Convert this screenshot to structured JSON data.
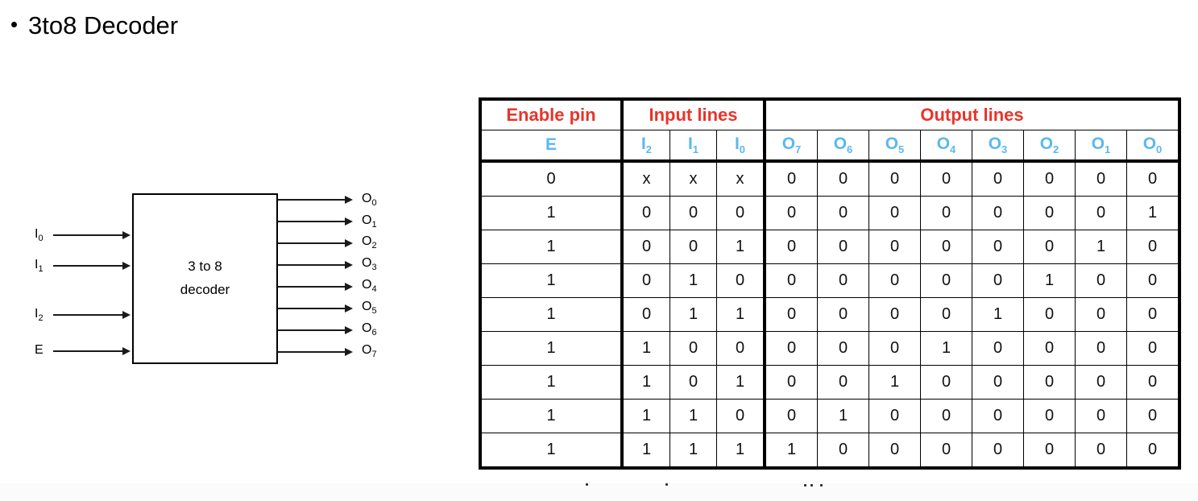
{
  "slide": {
    "bullet_glyph": "bullet-dot",
    "title": "3to8 Decoder"
  },
  "diagram": {
    "box_label_line1": "3 to 8",
    "box_label_line2": "decoder",
    "inputs": [
      {
        "label": "I",
        "sub": "0"
      },
      {
        "label": "I",
        "sub": "1"
      },
      {
        "label": "I",
        "sub": "2"
      },
      {
        "label": "E",
        "sub": ""
      }
    ],
    "outputs": [
      {
        "label": "O",
        "sub": "0"
      },
      {
        "label": "O",
        "sub": "1"
      },
      {
        "label": "O",
        "sub": "2"
      },
      {
        "label": "O",
        "sub": "3"
      },
      {
        "label": "O",
        "sub": "4"
      },
      {
        "label": "O",
        "sub": "5"
      },
      {
        "label": "O",
        "sub": "6"
      },
      {
        "label": "O",
        "sub": "7"
      }
    ]
  },
  "colors": {
    "group_header": "#e8342a",
    "signal_header": "#5bb8ee",
    "data_text": "#111111",
    "border": "#000000",
    "background": "#ffffff"
  },
  "table": {
    "group_headers": [
      {
        "text": "Enable pin",
        "span": 1
      },
      {
        "text": "Input lines",
        "span": 3
      },
      {
        "text": "Output lines",
        "span": 8
      }
    ],
    "signal_headers": [
      {
        "label": "E",
        "sub": ""
      },
      {
        "label": "I",
        "sub": "2"
      },
      {
        "label": "I",
        "sub": "1"
      },
      {
        "label": "I",
        "sub": "0"
      },
      {
        "label": "O",
        "sub": "7"
      },
      {
        "label": "O",
        "sub": "6"
      },
      {
        "label": "O",
        "sub": "5"
      },
      {
        "label": "O",
        "sub": "4"
      },
      {
        "label": "O",
        "sub": "3"
      },
      {
        "label": "O",
        "sub": "2"
      },
      {
        "label": "O",
        "sub": "1"
      },
      {
        "label": "O",
        "sub": "0"
      }
    ],
    "rows": [
      {
        "enable": "0",
        "inputs": [
          "x",
          "x",
          "x"
        ],
        "outputs": [
          "0",
          "0",
          "0",
          "0",
          "0",
          "0",
          "0",
          "0"
        ]
      },
      {
        "enable": "1",
        "inputs": [
          "0",
          "0",
          "0"
        ],
        "outputs": [
          "0",
          "0",
          "0",
          "0",
          "0",
          "0",
          "0",
          "1"
        ]
      },
      {
        "enable": "1",
        "inputs": [
          "0",
          "0",
          "1"
        ],
        "outputs": [
          "0",
          "0",
          "0",
          "0",
          "0",
          "0",
          "1",
          "0"
        ]
      },
      {
        "enable": "1",
        "inputs": [
          "0",
          "1",
          "0"
        ],
        "outputs": [
          "0",
          "0",
          "0",
          "0",
          "0",
          "1",
          "0",
          "0"
        ]
      },
      {
        "enable": "1",
        "inputs": [
          "0",
          "1",
          "1"
        ],
        "outputs": [
          "0",
          "0",
          "0",
          "0",
          "1",
          "0",
          "0",
          "0"
        ]
      },
      {
        "enable": "1",
        "inputs": [
          "1",
          "0",
          "0"
        ],
        "outputs": [
          "0",
          "0",
          "0",
          "1",
          "0",
          "0",
          "0",
          "0"
        ]
      },
      {
        "enable": "1",
        "inputs": [
          "1",
          "0",
          "1"
        ],
        "outputs": [
          "0",
          "0",
          "1",
          "0",
          "0",
          "0",
          "0",
          "0"
        ]
      },
      {
        "enable": "1",
        "inputs": [
          "1",
          "1",
          "0"
        ],
        "outputs": [
          "0",
          "1",
          "0",
          "0",
          "0",
          "0",
          "0",
          "0"
        ]
      },
      {
        "enable": "1",
        "inputs": [
          "1",
          "1",
          "1"
        ],
        "outputs": [
          "1",
          "0",
          "0",
          "0",
          "0",
          "0",
          "0",
          "0"
        ]
      }
    ]
  }
}
